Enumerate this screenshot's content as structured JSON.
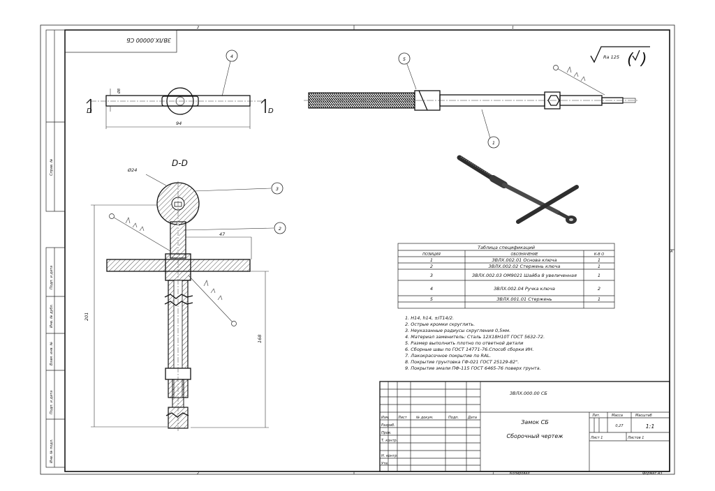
{
  "drawing": {
    "code_stamp": "ЗВЛХ.00000 СБ",
    "zone_top_left": "2",
    "zone_top_right": "1",
    "zone_bottom_left": "2",
    "zone_bottom_right": "1",
    "zone_right": "A",
    "copied_label": "Копировал",
    "format_label": "Формат A3",
    "section_label": "D-D",
    "section_marker": "D",
    "roughness": "Ra 125"
  },
  "callouts": [
    "1",
    "2",
    "3",
    "4",
    "5"
  ],
  "dimensions": {
    "dia_small": "Ø8",
    "length_94": "94",
    "dia_24": "Ø24",
    "len_47": "47",
    "len_201": "201",
    "len_168": "168"
  },
  "side_labels": [
    "Справ. №",
    "Подп. и дата",
    "Инв. № дубл.",
    "Взам. инв. №",
    "Подп. и дата",
    "Инв. № подл."
  ],
  "spec": {
    "title": "Таблица спецификаций",
    "headers": [
      "ПОЗИЦИЯ",
      "ОБОЗНАЧЕНИЕ",
      "К-В О"
    ],
    "rows": [
      [
        "1",
        "ЗВЛХ.002.01 Основа ключа",
        "1"
      ],
      [
        "2",
        "ЗВЛХ.002.02 Стержень ключа",
        "1"
      ],
      [
        "3",
        "ЗВЛХ.002.03 ОМ9021 Шайба 8 увеличенная",
        "1"
      ],
      [
        "4",
        "ЗВЛХ.002.04 Ручка ключа",
        "2"
      ],
      [
        "5",
        "ЗВЛХ.001.01 Стержень",
        "1"
      ]
    ]
  },
  "notes": [
    "1.   H14, h14, ±IT14/2.",
    "2.   Острые кромки скруглить.",
    "3.   Неуказанные радиусы скругления 0,5мм.",
    "4.   Материал заменитель: Сталь 12Х18Н10Т ГОСТ 5632-72.",
    "5.   Размер выполнить плотно по ответной детали",
    "6.   Сборные швы по ГОСТ 14771-76.Способ сборки ИН.",
    "7.   Лакокрасочное покрытие по RAL.",
    "8.   Покрытие грунтовка ГФ-021 ГОСТ 25129-82\".",
    "9.   Покрытие эмали ПФ-115 ГОСТ 6465-76 поверх грунта."
  ],
  "title_block": {
    "code": "ЗВЛХ.000.00 СБ",
    "name": "Замок СБ",
    "doc_type": "Сборочный чертеж",
    "lit_label": "Лит.",
    "mass_label": "Масса",
    "scale_label": "Масштаб",
    "mass_value": "0,27",
    "scale_value": "1:1",
    "sheet_label": "Лист 1",
    "sheets_label": "Листов 1",
    "col_izm": "Изм.",
    "col_list": "Лист",
    "col_doc": "№ докум.",
    "col_sign": "Подп.",
    "col_date": "Дата",
    "row_razrab": "Разраб.",
    "row_prov": "Пров.",
    "row_tkontr": "Т. контр.",
    "row_nkontr": "Н. контр.",
    "row_utv": "Утв."
  }
}
